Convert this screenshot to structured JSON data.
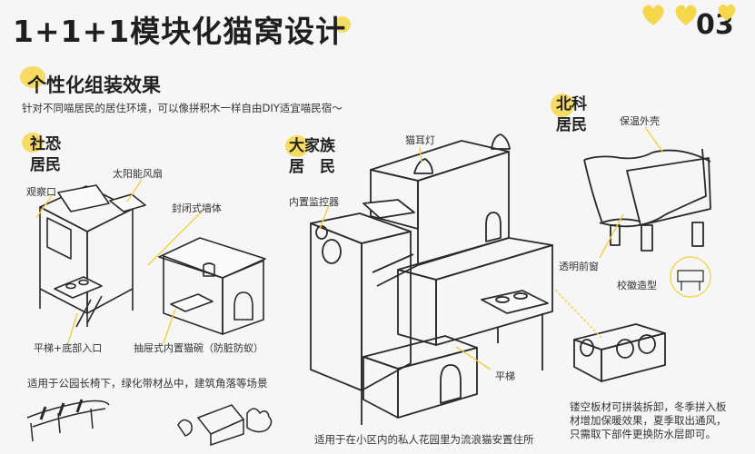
{
  "header": {
    "title": "1+1+1模块化猫窝设计",
    "page_number": "03"
  },
  "section": {
    "heading": "个性化组装效果",
    "intro": "针对不同喵居民的居住环境，可以像拼积木一样自由DIY适宜喵民宿～"
  },
  "panels": {
    "left": {
      "title_line1": "社恐",
      "title_line2": "居民",
      "labels": {
        "window": "观察口",
        "fan": "太阳能风扇",
        "wall": "封闭式墙体",
        "ladder": "平梯+底部入口",
        "bowl": "抽屉式内置猫碗（防脏防蚁）"
      },
      "caption": "适用于公园长椅下，绿化带材丛中，建筑角落等场景"
    },
    "middle": {
      "title_line1": "大家族",
      "title_line2": "居　民",
      "labels": {
        "lamp": "猫耳灯",
        "monitor": "内置监控器",
        "ladder": "平梯"
      },
      "caption": "适用于在小区内的私人花园里为流浪猫安置住所"
    },
    "right": {
      "title_line1": "北科",
      "title_line2": "居民",
      "labels": {
        "shell": "保温外壳",
        "window": "透明前窗",
        "badge": "校徽造型"
      },
      "note_lines": [
        "镂空板材可拼装拆卸，冬季拼入板",
        "材增加保暖效果，夏季取出通风，",
        "只需取下部件更换防水层即可。"
      ]
    }
  },
  "colors": {
    "accent": "#f6d74a",
    "ink": "#2a2a2a",
    "background": "#f6f6f6"
  }
}
